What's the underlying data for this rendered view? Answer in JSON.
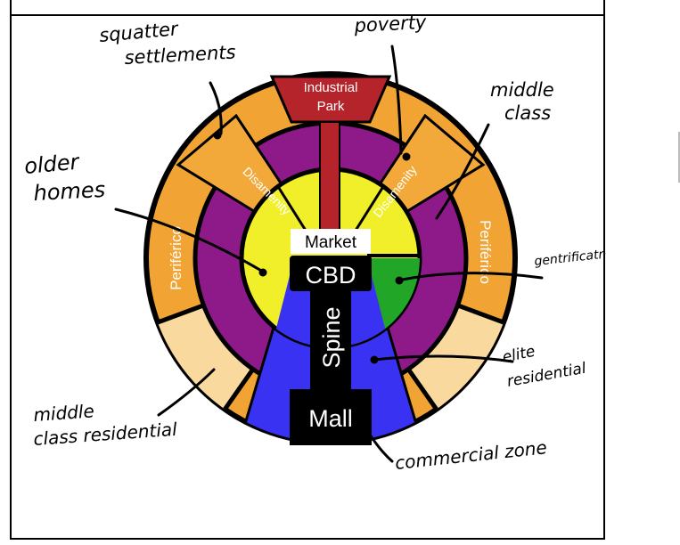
{
  "colors": {
    "cbd_core": "#f0ef2a",
    "gentrification": "#22a628",
    "zone_in_situ": "#8e1a8a",
    "disamenity": "#f3a93a",
    "periferico": "#f1a433",
    "industrial": "#b5242a",
    "spine": "#3a32f3",
    "middle_class_residential": "#fad99f",
    "ring_border": "#000000"
  },
  "zones": {
    "industrial_park": "Industrial Park",
    "industrial_line1": "Industrial",
    "industrial_line2": "Park",
    "market": "Market",
    "cbd": "CBD",
    "spine": "Spine",
    "mall": "Mall",
    "disamenity_left": "Disamenity",
    "disamenity_right": "Disamenity",
    "periferico_left": "Periférico",
    "periferico_right": "Periférico"
  },
  "annotations": {
    "squatter_line1": "squatter",
    "squatter_line2": "settlements",
    "poverty": "poverty",
    "middle_class_line1": "middle",
    "middle_class_line2": "class",
    "older_homes_line1": "older",
    "older_homes_line2": "homes",
    "gentrification": "gentrificatn",
    "elite_line1": "elite",
    "elite_line2": "residential",
    "middle_class_res_line1": "middle",
    "middle_class_res_line2": "class residential",
    "commercial_zone": "commercial zone"
  }
}
